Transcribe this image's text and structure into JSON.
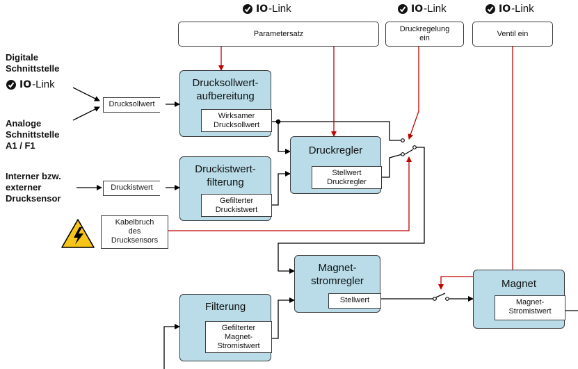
{
  "io_link": {
    "io": "IO",
    "link": "-Link"
  },
  "inputs": {
    "digital": "Digitale\nSchnittstelle",
    "analog": "Analoge\nSchnittstelle\nA1 / F1",
    "sensor": "Interner bzw.\nexterner\nDrucksensor"
  },
  "top_boxes": {
    "parameters": "Parametersatz",
    "pressure_control": "Druckregelung\nein",
    "valve": "Ventil ein"
  },
  "blocks": {
    "setpoint_prep": {
      "title": "Drucksollwert-\naufbereitung",
      "output": "Wirksamer\nDrucksollwert"
    },
    "actual_filter": {
      "title": "Druckistwert-\nfilterung",
      "output": "Gefilterter\nDruckistwert"
    },
    "pressure_ctrl": {
      "title": "Druckregler",
      "output": "Stellwert\nDruckregler"
    },
    "magnet_ctrl": {
      "title": "Magnet-\nstromregler",
      "output": "Stellwert"
    },
    "filter": {
      "title": "Filterung",
      "output": "Gefilterter\nMagnet-\nStromistwert"
    },
    "magnet": {
      "title": "Magnet",
      "output": "Magnet-\nStromistwert"
    }
  },
  "signals": {
    "setpoint": "Drucksollwert",
    "actual": "Druckistwert",
    "cable_break": "Kabelbruch\ndes\nDrucksensors"
  },
  "colors": {
    "block_fill": "#b9dce8",
    "red": "#c00000",
    "warning": "#f5c518"
  }
}
